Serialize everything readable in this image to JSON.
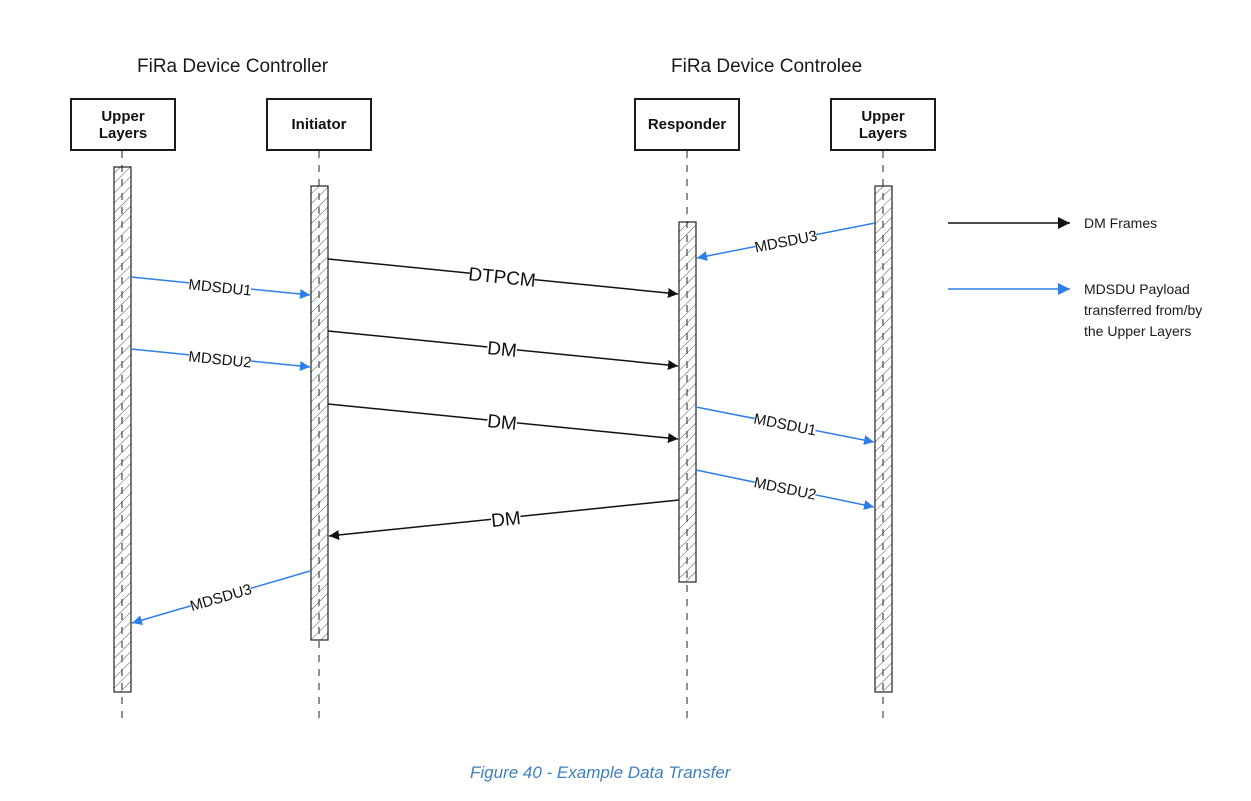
{
  "groups": {
    "controller": "FiRa Device Controller",
    "controlee": "FiRa Device Controlee"
  },
  "lifelines": {
    "upper_left": "Upper\nLayers",
    "initiator": "Initiator",
    "responder": "Responder",
    "upper_right": "Upper\nLayers"
  },
  "messages": [
    {
      "from": "upper_right",
      "to": "responder",
      "label": "MDSDU3",
      "kind": "mdsdu"
    },
    {
      "from": "initiator",
      "to": "responder",
      "label": "DTPCM",
      "kind": "dm"
    },
    {
      "from": "upper_left",
      "to": "initiator",
      "label": "MDSDU1",
      "kind": "mdsdu"
    },
    {
      "from": "initiator",
      "to": "responder",
      "label": "DM",
      "kind": "dm"
    },
    {
      "from": "upper_left",
      "to": "initiator",
      "label": "MDSDU2",
      "kind": "mdsdu"
    },
    {
      "from": "initiator",
      "to": "responder",
      "label": "DM",
      "kind": "dm"
    },
    {
      "from": "responder",
      "to": "upper_right",
      "label": "MDSDU1",
      "kind": "mdsdu"
    },
    {
      "from": "responder",
      "to": "upper_right",
      "label": "MDSDU2",
      "kind": "mdsdu"
    },
    {
      "from": "responder",
      "to": "initiator",
      "label": "DM",
      "kind": "dm"
    },
    {
      "from": "initiator",
      "to": "upper_left",
      "label": "MDSDU3",
      "kind": "mdsdu"
    }
  ],
  "legend": {
    "dm_frames": "DM Frames",
    "mdsdu_payload": "MDSDU Payload\ntransferred from/by\nthe Upper Layers"
  },
  "colors": {
    "dm_arrow": "#111111",
    "mdsdu_arrow": "#2f7fe8",
    "caption": "#3d7fc1"
  },
  "caption": "Figure 40 - Example Data Transfer"
}
